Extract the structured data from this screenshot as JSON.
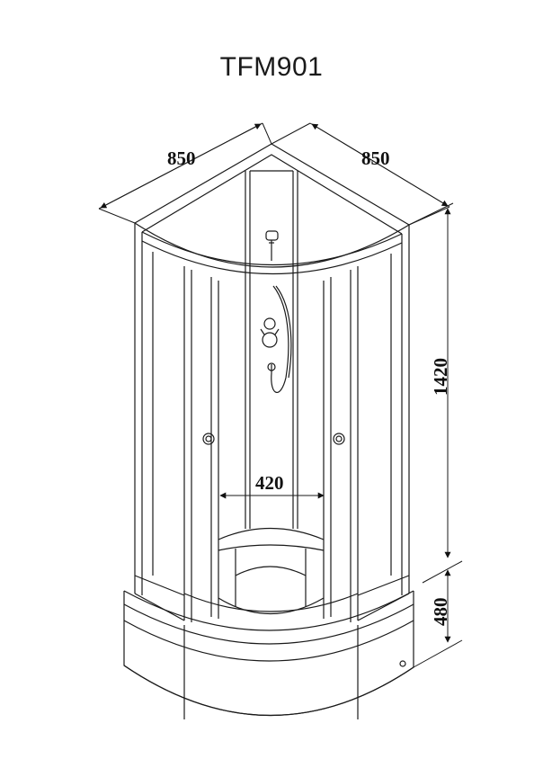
{
  "title": "TFM901",
  "dimensions": {
    "width_left": "850",
    "width_right": "850",
    "cabin_height": "1420",
    "tray_height": "480",
    "door_opening": "420"
  },
  "colors": {
    "line": "#1a1a1a",
    "background": "#ffffff"
  }
}
